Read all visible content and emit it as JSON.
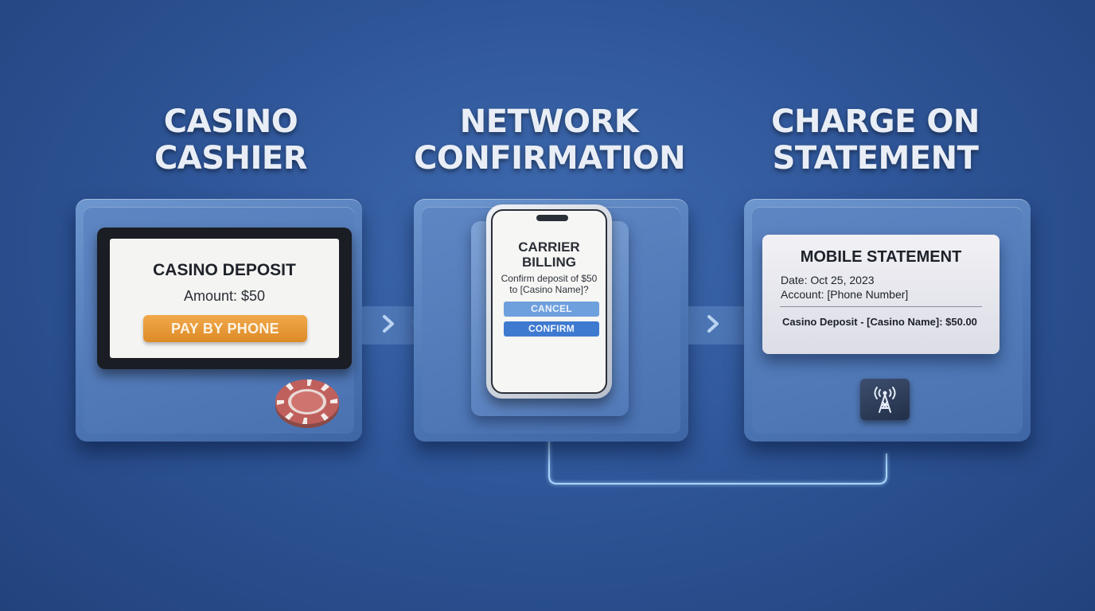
{
  "stages": [
    {
      "title_line1": "CASINO",
      "title_line2": "CASHIER"
    },
    {
      "title_line1": "NETWORK",
      "title_line2": "CONFIRMATION"
    },
    {
      "title_line1": "CHARGE ON",
      "title_line2": "STATEMENT"
    }
  ],
  "casino_screen": {
    "title": "CASINO DEPOSIT",
    "amount": "Amount: $50",
    "button_label": "PAY BY PHONE"
  },
  "phone_screen": {
    "title_line1": "CARRIER",
    "title_line2": "BILLING",
    "message_line1": "Confirm deposit of $50",
    "message_line2": "to [Casino Name]?",
    "cancel_label": "CANCEL",
    "confirm_label": "CONFIRM"
  },
  "statement": {
    "title": "MOBILE STATEMENT",
    "date": "Date: Oct 25, 2023",
    "account": "Account: [Phone Number]",
    "line_item": "Casino Deposit - [Casino Name]: $50.00"
  },
  "icons": {
    "arrow": "chevron-right-icon",
    "chip": "poker-chip-icon",
    "tower": "cell-tower-icon"
  },
  "colors": {
    "background": "#2f5699",
    "pay_button": "#e89a35",
    "confirm_button": "#3e7ad0",
    "cancel_button": "#6fa0de",
    "glow_line": "#9fd0ff"
  }
}
